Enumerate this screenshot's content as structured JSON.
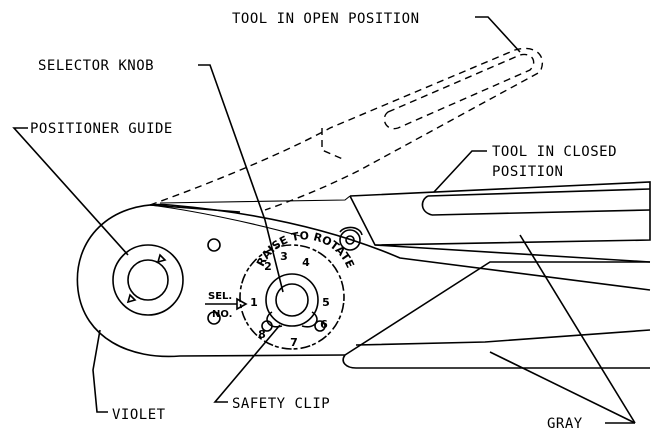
{
  "labels": {
    "tool_open": "TOOL IN OPEN POSITION",
    "selector_knob": "SELECTOR KNOB",
    "positioner_guide": "POSITIONER GUIDE",
    "tool_closed_line1": "TOOL IN CLOSED",
    "tool_closed_line2": "POSITION",
    "violet": "VIOLET",
    "safety_clip": "SAFETY CLIP",
    "gray": "GRAY",
    "sel": "SEL.",
    "no": "NO.",
    "raise_to_rotate": "RAISE TO ROTATE"
  },
  "dial_numbers": [
    "1",
    "2",
    "3",
    "4",
    "5",
    "6",
    "7",
    "8"
  ]
}
